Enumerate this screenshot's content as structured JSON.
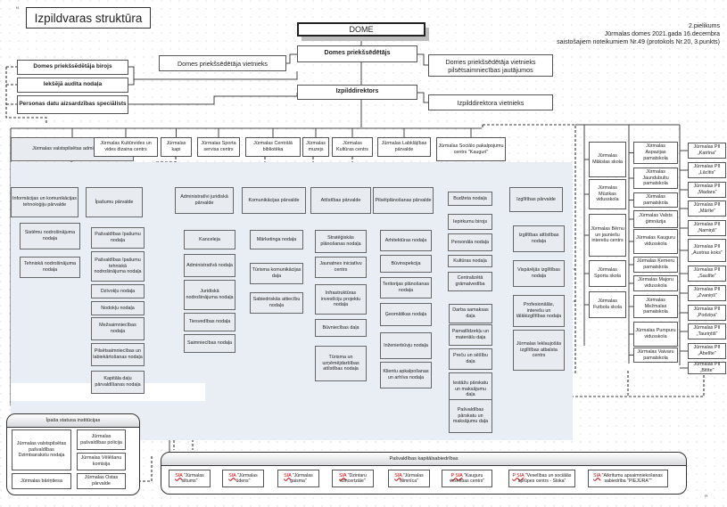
{
  "title": "Izpildvaras struktūra",
  "note": {
    "line1": "2.pielikums",
    "line2": "Jūrmalas domes 2021.gada 16.decembra",
    "line3": "saistošajiem noteikumiem Nr.49 (protokols Nr.20, 3.punkts)"
  },
  "quote_open": "“",
  "quote_close": "”",
  "top": {
    "dome": "DOME",
    "chairman": "Domes priekšsēdētājs",
    "deputy_left": "Domes priekšsēdētāja vietnieks",
    "deputy_right": "Domes priekšsēdētāja vietnieks pilsētsaimniecības jautājumos",
    "chair_office": "Domes priekšsēdētāja birojs",
    "internal_audit": "Iekšējā audita nodaļa",
    "data_protection": "Personas datu aizsardzības speciālists",
    "exec_director": "Izpilddirektors",
    "exec_deputy": "Izpilddirektora vietnieks"
  },
  "institutions": [
    "Jūrmalas valstspilsētas administrācija",
    "Jūrmalas Kultūrvides un vides dizaina centrs",
    "Jūrmalas kapi",
    "Jūrmalas Sporta servisa centrs",
    "Jūrmalas Centrālā bibliotēka",
    "Jūrmalas muzejs",
    "Jūrmalas Kultūras centrs",
    "Jūrmalas Labklājības pārvalde",
    "Jūrmalas Sociālo pakalpojumu centrs \"Kauguri\""
  ],
  "departments": {
    "it": {
      "name": "Informācijas un komunikācijas tehnoloģiju pārvalde",
      "units": [
        "Sistēmu nodrošinājuma nodaļa",
        "Tehniskā nodrošinājuma nodaļa"
      ]
    },
    "property": {
      "name": "Īpašumu pārvalde",
      "units": [
        "Pašvaldības īpašumu nodaļa",
        "Pašvaldības īpašumu tehniskā nodrošinājuma nodaļa",
        "Dzīvokļu nodaļa",
        "Nodokļu nodaļa",
        "Mežsaimniecības nodaļa",
        "Pilsētsaimniecības un labiekārtošanas nodaļa",
        "Kapitāla daļu pārvaldīšanas nodaļa"
      ]
    },
    "admin_legal": {
      "name": "Administratīvi juridiskā pārvalde",
      "units": [
        "Kanceleja",
        "Administratīvā nodaļa",
        "Juridiskā nodrošinājuma nodaļa",
        "Tiesvedības nodaļa",
        "Saimniecības nodaļa"
      ]
    },
    "comms": {
      "name": "Komunikācijas pārvalde",
      "units": [
        "Mārketinga nodaļa",
        "Tūrisma komunikācijas daļa",
        "Sabiedriskās attiecību nodaļa"
      ]
    },
    "development": {
      "name": "Attīstības pārvalde",
      "units": [
        "Stratēģiskās plānošanas nodaļa",
        "Jaunatnes iniciatīvu centrs",
        "Infrastruktūras investīciju projektu nodaļa",
        "Būvniecības daļa",
        "Tūrisma un uzņēmējdarbības attīstības nodaļa"
      ]
    },
    "planning": {
      "name": "Pilsētplānošanas pārvalde",
      "units": [
        "Arhitektūras nodaļa",
        "Būvinspekcija",
        "Teritorijas plānošanas nodaļa",
        "Ģeomātikas nodaļa",
        "Inženierbūvju nodaļa",
        "Klientu apkalpošanas un arhīva nodaļa"
      ]
    },
    "finance": {
      "units": [
        "Budžeta nodaļa",
        "Iepirkumu birojs",
        "Personāla nodaļa",
        "Kultūras nodaļa",
        "Centralizētā grāmatvedība"
      ],
      "subunits": [
        "Darba samaksas daļa",
        "Pamatlīdzekļu un materiālu daļa",
        "Preču un sēšību daļa",
        "Iestāžu pārskatu un maksājumu daļa",
        "Pašvaldības pārskatu un maksājumu daļa"
      ]
    },
    "education": {
      "name": "Izglītības pārvalde",
      "units": [
        "Izglītības attīstības nodaļa",
        "Vispārējās izglītības nodaļa",
        "Profesionālās, interešu un tālākizglītības nodaļa",
        "Jūrmalas Ieklaujošās izglītības atbalsta centrs"
      ]
    }
  },
  "schools_col1": [
    "Jūrmalas Mākslas skola",
    "Jūrmalas Mūzikas vidusskola",
    "Jūrmalas Bērnu un jauniešu interešu centrs",
    "Jūrmalas Sporta skola",
    "Jūrmalas Futbola skola"
  ],
  "schools_col2": [
    "Jūrmalas Aspazijas pamatskola",
    "Jūrmalas Jaundubultu pamatskola",
    "Jūrmalas pamatskola",
    "Jūrmalas Valsts ģimnāzija",
    "Jūrmalas Kauguru vidusskola",
    "Jūrmalas Ķemeru pamatskola",
    "Jūrmalas Majoru vidusskola",
    "Jūrmalas Mežmalas pamatskola",
    "Jūrmalas Pumpuru vidusskola",
    "Jūrmalas Vaivaru pamatskola"
  ],
  "preschools": [
    "Jūrmalas PII „Katrīna”",
    "Jūrmalas PII „Lācītis”",
    "Jūrmalas PII „Madara”",
    "Jūrmalas PII „Mārīte”",
    "Jūrmalas PII „Namiņš”",
    "Jūrmalas PII „Austras koks”",
    "Jūrmalas PII „Saulīte”",
    "Jūrmalas PII „Zvaniņš”",
    "Jūrmalas PII „Podziņa”",
    "Jūrmalas PII „Tauriņtiš”",
    "Jūrmalas PII „Ābelīte”",
    "Jūrmalas PII „Bitīte”"
  ],
  "special": {
    "title": "Īpaša statusa institūcijas",
    "items": [
      "Jūrmalas valstspilsētas pašvaldības Dzimtsarakstu nodaļa",
      "Jūrmalas pašvaldības policija",
      "Jūrmalas Vēlēšanu komisija",
      "Jūrmalas bāriņtiesa",
      "Jūrmalas Ostas pārvalde"
    ]
  },
  "companies": {
    "title": "Pašvaldības kapitālsabiedrības",
    "items": [
      {
        "prefix": "SIA",
        "name": "\"Jūrmalas siltums\""
      },
      {
        "prefix": "SIA",
        "name": "\"Jūrmalas ūdens\""
      },
      {
        "prefix": "SIA",
        "name": "\"Jūrmalas gaisma\""
      },
      {
        "prefix": "SIA",
        "name": "\"Dzintaru koncertzāle\""
      },
      {
        "prefix": "SIA",
        "name": "\"Jūrmalas slimnīca\""
      },
      {
        "prefix": "P SIA",
        "name": "\"Kauguru veselības centrs\""
      },
      {
        "prefix": "P SIA",
        "name": "\"Veselības un sociālās aprūpes centrs - Sloka\""
      },
      {
        "prefix": "SIA",
        "name": "\"Atkritumu apsaimniekošanas sabiedrība \"PIEJŪRA\"\""
      }
    ]
  }
}
